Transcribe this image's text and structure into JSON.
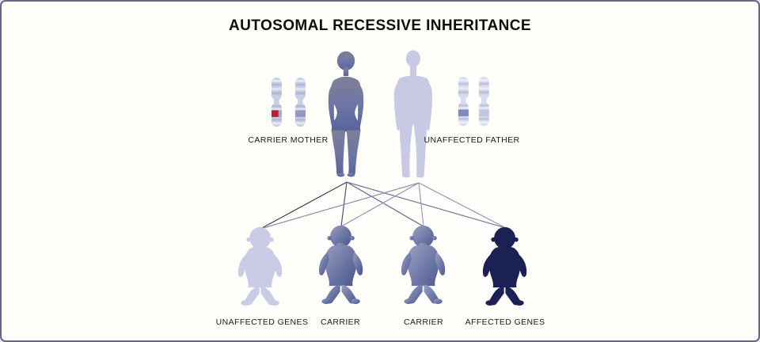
{
  "title": "AUTOSOMAL RECESSIVE INHERITANCE",
  "parents": {
    "mother": {
      "label": "CARRIER MOTHER",
      "role": "carrier"
    },
    "father": {
      "label": "UNAFFECTED FATHER",
      "role": "unaffected"
    }
  },
  "children": [
    {
      "label": "UNAFFECTED GENES",
      "status": "unaffected"
    },
    {
      "label": "CARRIER",
      "status": "carrier"
    },
    {
      "label": "CARRIER",
      "status": "carrier"
    },
    {
      "label": "AFFECTED GENES",
      "status": "affected"
    }
  ],
  "colors": {
    "unaffected_figure": "#c9cce4",
    "carrier_figure_gradient": [
      "#979dbd",
      "#46538e"
    ],
    "affected_figure": "#1b2152",
    "mother_figure_gradient": [
      "#7e8098",
      "#58639d"
    ],
    "father_figure": "#c7cae2",
    "chromosome_body_mother": "#c9cfe2",
    "chromosome_body_father": "#d8dbec",
    "mutated_gene_band": "#c41a30",
    "normal_gene_band_mother": "#8f99c6",
    "normal_gene_band_father": "#7d89c0",
    "inheritance_line": "#6b7090",
    "border": "#66668a",
    "background": "#fffefb",
    "title_text": "#0d0d0d",
    "label_text": "#1b1b1b"
  }
}
